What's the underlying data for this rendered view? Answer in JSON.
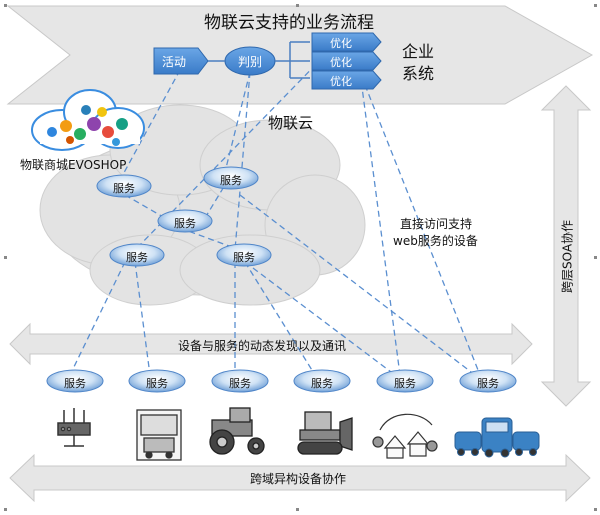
{
  "title": "物联云支持的业务流程",
  "flow": {
    "activity": "活动",
    "decision": "判别",
    "optimize": [
      "优化",
      "优化",
      "优化"
    ],
    "enterprise": [
      "企业",
      "系统"
    ]
  },
  "cloud": {
    "label": "物联云",
    "mall_label": "物联商城EVOSHOP",
    "service_label": "服务"
  },
  "direct_access": [
    "直接访问支持",
    "web服务的设备"
  ],
  "soa": "跨层SOA协作",
  "discovery": "设备与服务的动态发现以及通讯",
  "cross_domain": "跨域异构设备协作",
  "device_service_label": "服务",
  "devices": [
    "router-icon",
    "kiosk-icon",
    "tractor-icon",
    "bulldozer-icon",
    "village-icon",
    "vehicles-icon"
  ],
  "colors": {
    "arrow_fill": "#e6e6e6",
    "arrow_stroke": "#c8c8c8",
    "node_blue": "#4a90d9",
    "dash_blue": "#5b8fd0",
    "cloud_fill": "#e3e3e3"
  }
}
